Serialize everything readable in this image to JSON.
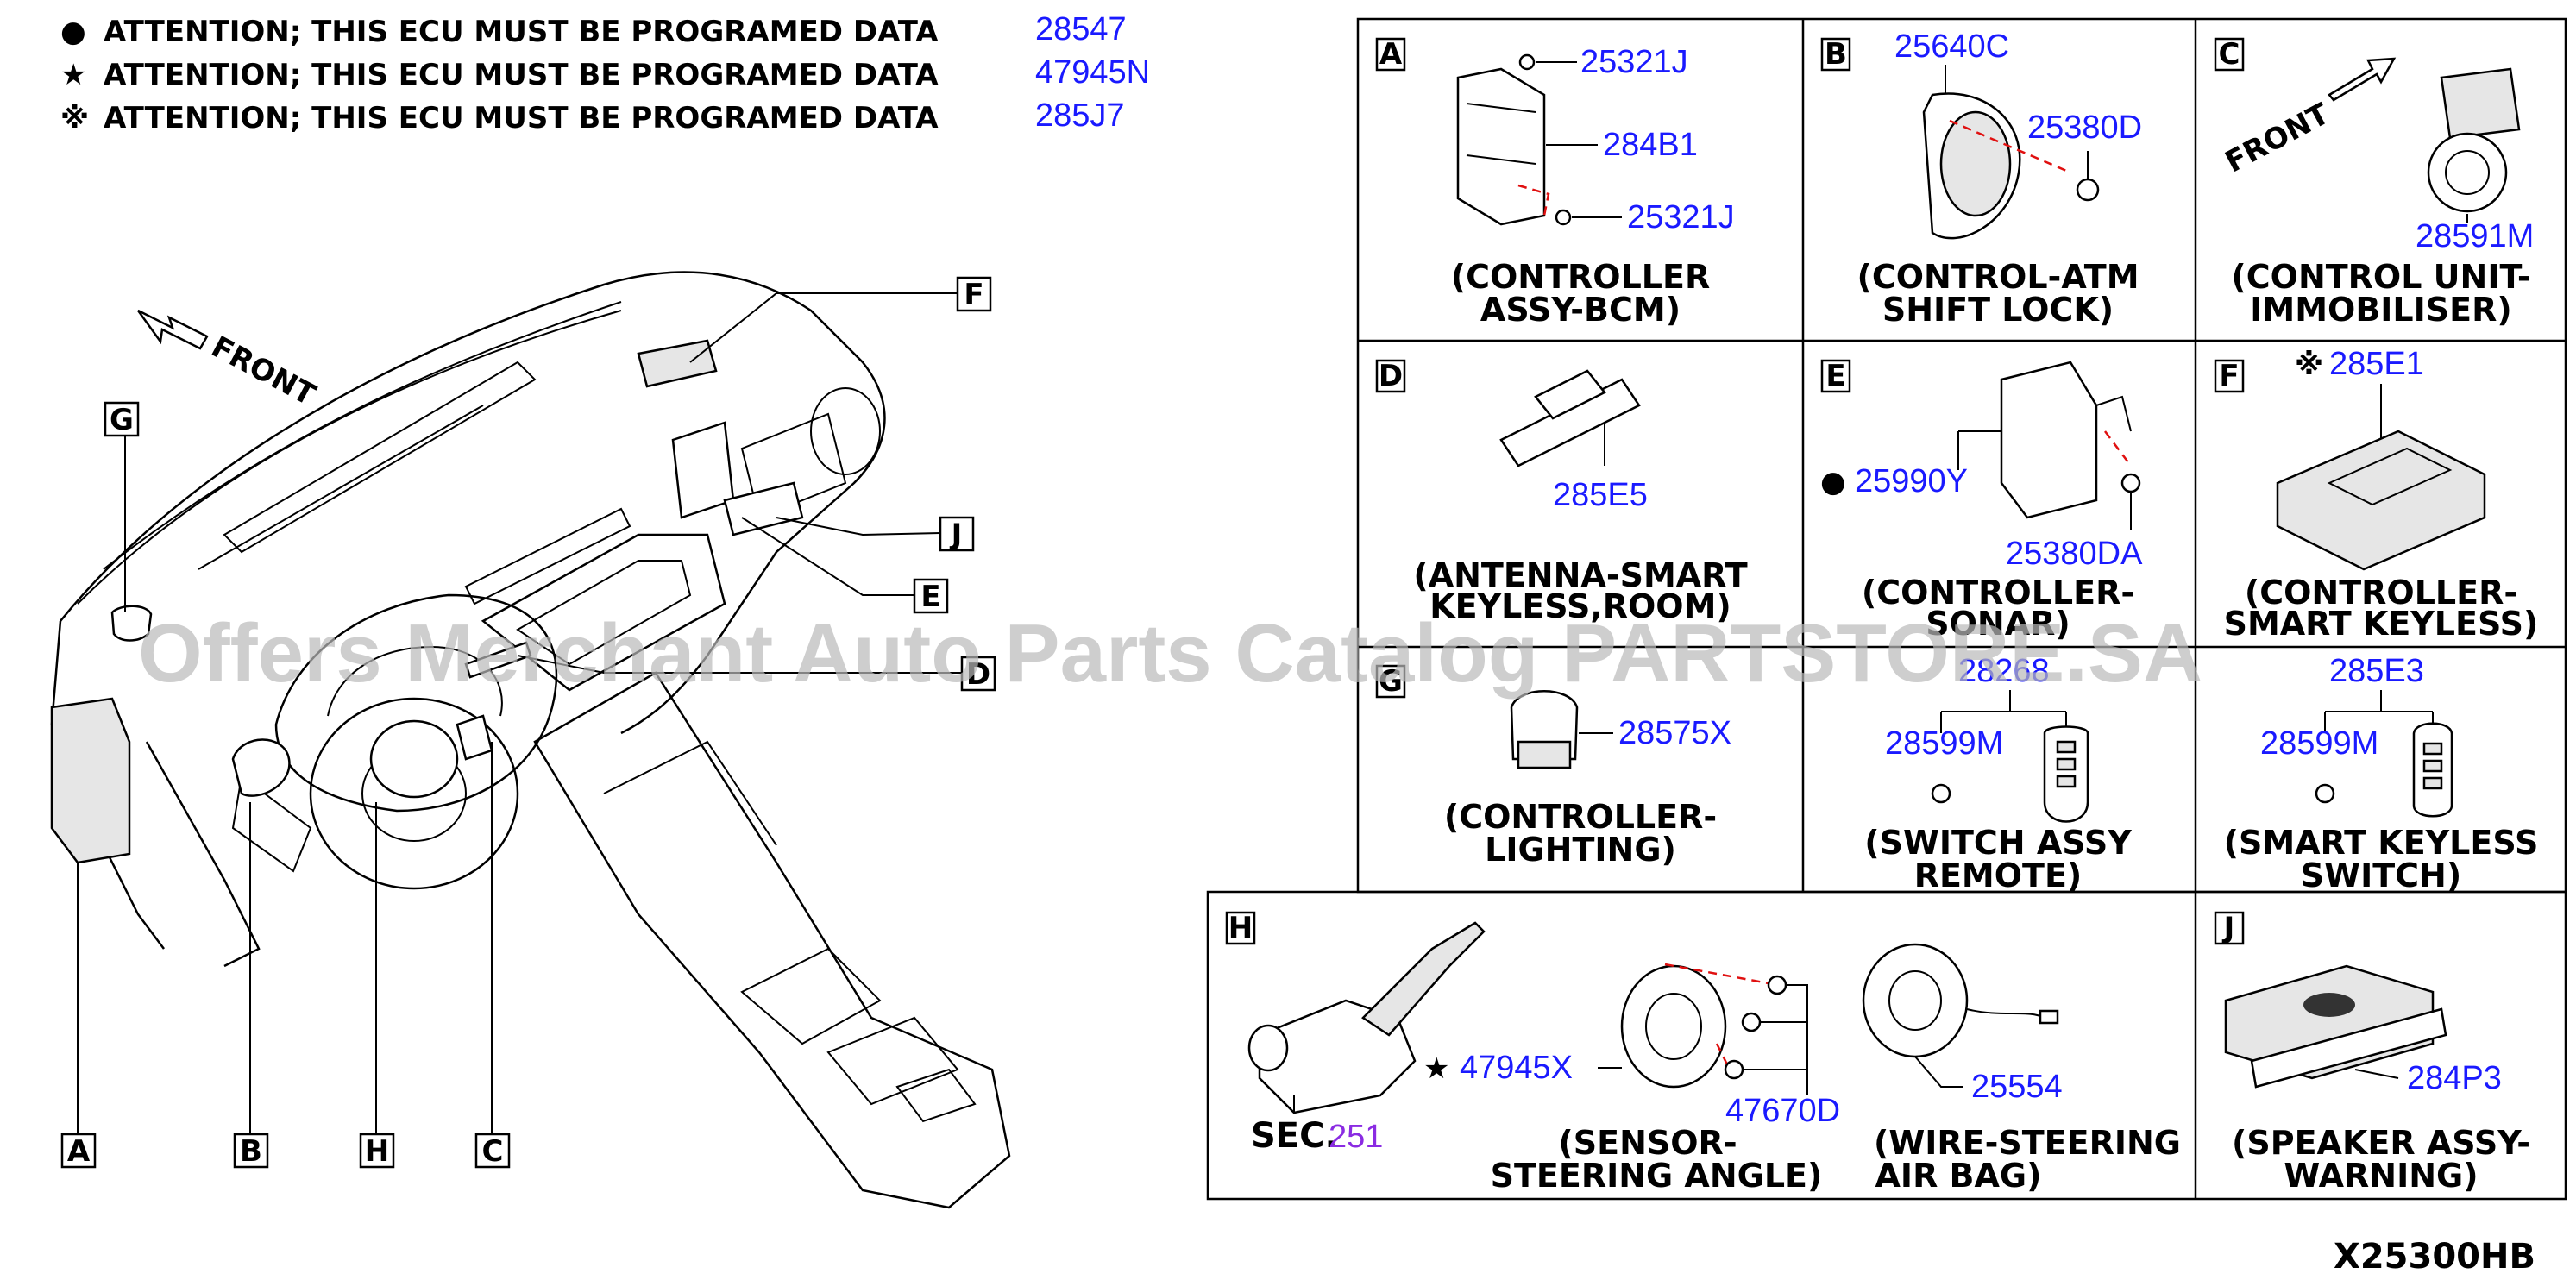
{
  "notes": [
    {
      "symbol": "●",
      "text": "ATTENTION; THIS ECU MUST BE PROGRAMED DATA",
      "part": "28547"
    },
    {
      "symbol": "★",
      "text": "ATTENTION; THIS ECU MUST BE PROGRAMED DATA",
      "part": "47945N"
    },
    {
      "symbol": "※",
      "text": "ATTENTION; THIS ECU MUST BE PROGRAMED DATA",
      "part": "285J7"
    }
  ],
  "overview": {
    "front_label": "FRONT",
    "callouts": [
      "A",
      "B",
      "H",
      "C",
      "E",
      "F",
      "G",
      "J",
      "D"
    ]
  },
  "panels": {
    "A": {
      "letter": "A",
      "parts": [
        "25321J",
        "284B1",
        "25321J"
      ],
      "caption": [
        "(CONTROLLER",
        "ASSY-BCM)"
      ]
    },
    "B": {
      "letter": "B",
      "parts": [
        "25640C",
        "25380D"
      ],
      "caption": [
        "(CONTROL-ATM",
        "SHIFT LOCK)"
      ]
    },
    "C": {
      "letter": "C",
      "front": "FRONT",
      "parts": [
        "28591M"
      ],
      "caption": [
        "(CONTROL UNIT-",
        "IMMOBILISER)"
      ]
    },
    "D": {
      "letter": "D",
      "parts": [
        "285E5"
      ],
      "caption": [
        "(ANTENNA-SMART",
        "KEYLESS,ROOM)"
      ]
    },
    "E": {
      "letter": "E",
      "parts": [
        "25990Y",
        "25380DA"
      ],
      "mark": "●",
      "caption": [
        "(CONTROLLER-",
        "SONAR)"
      ]
    },
    "F": {
      "letter": "F",
      "parts": [
        "285E1"
      ],
      "mark": "※",
      "caption": [
        "(CONTROLLER-",
        "SMART KEYLESS)"
      ]
    },
    "G": {
      "letter": "G",
      "parts": [
        "28575X"
      ],
      "caption": [
        "(CONTROLLER-",
        "LIGHTING)"
      ]
    },
    "remote": {
      "parts": [
        "28268",
        "28599M"
      ],
      "caption": [
        "(SWITCH ASSY",
        "REMOTE)"
      ]
    },
    "smartkey": {
      "parts": [
        "285E3",
        "28599M"
      ],
      "caption": [
        "(SMART KEYLESS",
        "SWITCH)"
      ]
    },
    "H": {
      "letter": "H",
      "sec_prefix": "SEC.",
      "sec_num": "251",
      "mark": "★",
      "parts": [
        "47945X",
        "47670D",
        "25554"
      ],
      "caption_sensor": [
        "(SENSOR-",
        "STEERING ANGLE)"
      ],
      "caption_wire": [
        "(WIRE-STEERING",
        "AIR BAG)"
      ]
    },
    "J": {
      "letter": "J",
      "parts": [
        "284P3"
      ],
      "caption": [
        "(SPEAKER ASSY-",
        "WARNING)"
      ]
    }
  },
  "diagram_code": "X25300HB",
  "watermark": "Offers Merchant Auto Parts Catalog PARTSTORE.SA",
  "colors": {
    "part_number": "#1a1aff",
    "section_ref": "#8a2be2",
    "leader_red": "#e01010",
    "watermark": "#b9b9b9"
  }
}
